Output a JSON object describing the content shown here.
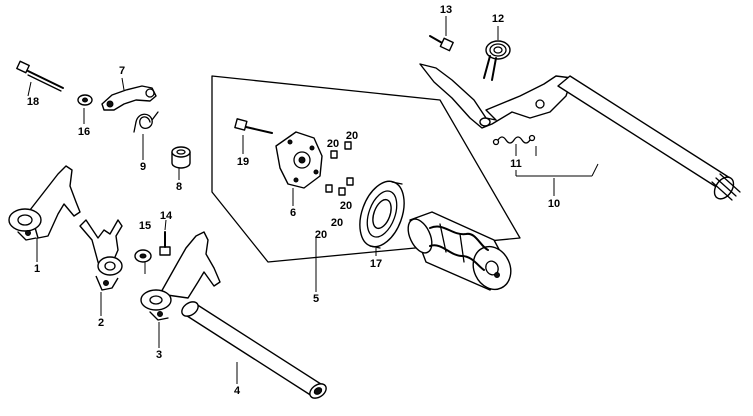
{
  "parts": [
    {
      "id": "part-1",
      "label": "1"
    },
    {
      "id": "part-2",
      "label": "2"
    },
    {
      "id": "part-3",
      "label": "3"
    },
    {
      "id": "part-4",
      "label": "4"
    },
    {
      "id": "part-5",
      "label": "5"
    },
    {
      "id": "part-6",
      "label": "6"
    },
    {
      "id": "part-7",
      "label": "7"
    },
    {
      "id": "part-8",
      "label": "8"
    },
    {
      "id": "part-9",
      "label": "9"
    },
    {
      "id": "part-10",
      "label": "10"
    },
    {
      "id": "part-11",
      "label": "11"
    },
    {
      "id": "part-12",
      "label": "12"
    },
    {
      "id": "part-13",
      "label": "13"
    },
    {
      "id": "part-14",
      "label": "14"
    },
    {
      "id": "part-15",
      "label": "15"
    },
    {
      "id": "part-16",
      "label": "16"
    },
    {
      "id": "part-17",
      "label": "17"
    },
    {
      "id": "part-18",
      "label": "18"
    },
    {
      "id": "part-19",
      "label": "19"
    },
    {
      "id": "part-20a",
      "label": "20"
    },
    {
      "id": "part-20b",
      "label": "20"
    },
    {
      "id": "part-20c",
      "label": "20"
    },
    {
      "id": "part-20d",
      "label": "20"
    },
    {
      "id": "part-20e",
      "label": "20"
    }
  ]
}
